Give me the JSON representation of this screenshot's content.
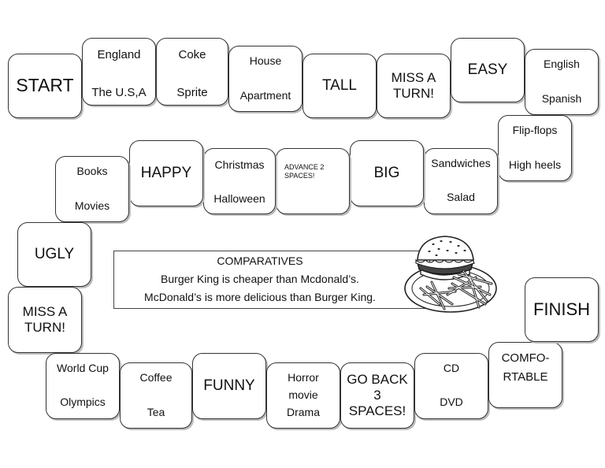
{
  "board": {
    "start": "START",
    "finish": "FINISH",
    "squares": [
      [
        "England",
        "The U.S,A"
      ],
      [
        "Coke",
        "Sprite"
      ],
      [
        "House",
        "Apartment"
      ],
      [
        "TALL"
      ],
      [
        "MISS A",
        "TURN!"
      ],
      [
        "EASY"
      ],
      [
        "English",
        "Spanish"
      ],
      [
        "Flip-flops",
        "High heels"
      ],
      [
        "Sandwiches",
        "Salad"
      ],
      [
        "BIG"
      ],
      [
        "ADVANCE 2",
        "SPACES!"
      ],
      [
        "Christmas",
        "Halloween"
      ],
      [
        "HAPPY"
      ],
      [
        "Books",
        "Movies"
      ],
      [
        "UGLY"
      ],
      [
        "MISS A",
        "TURN!"
      ],
      [
        "World Cup",
        "Olympics"
      ],
      [
        "Coffee",
        "Tea"
      ],
      [
        "FUNNY"
      ],
      [
        "Horror",
        "movie",
        "Drama"
      ],
      [
        "GO BACK",
        "3",
        "SPACES!"
      ],
      [
        "CD",
        "DVD"
      ],
      [
        "COMFO-",
        "RTABLE"
      ]
    ]
  },
  "panel": {
    "title": "COMPARATIVES",
    "line1": "Burger King is cheaper than Mcdonald’s.",
    "line2": "McDonald’s is more delicious than Burger King."
  },
  "illustration": "burger-and-fries-icon",
  "colors": {
    "ink": "#111111",
    "border": "#333333",
    "shadow": "#bdbdbd",
    "background": "#ffffff"
  }
}
